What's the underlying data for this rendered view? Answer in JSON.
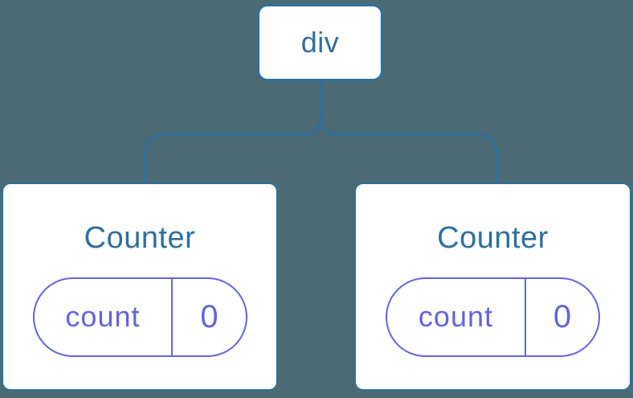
{
  "colors": {
    "background": "#4C6A74",
    "node_blue": "#2E6F9E",
    "state_purple": "#6464DB",
    "card_background": "#FFFFFF"
  },
  "tree": {
    "root": {
      "label": "div"
    },
    "children": [
      {
        "title": "Counter",
        "state": {
          "key": "count",
          "value": "0"
        }
      },
      {
        "title": "Counter",
        "state": {
          "key": "count",
          "value": "0"
        }
      }
    ]
  }
}
